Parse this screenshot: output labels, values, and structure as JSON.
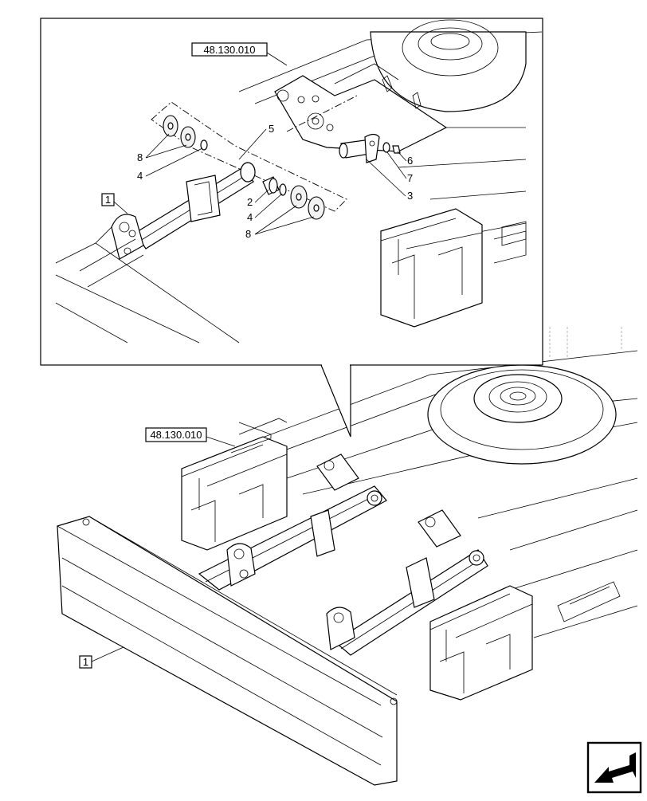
{
  "detail_view": {
    "ref_code": "48.130.010",
    "callouts": {
      "item_1": "1",
      "item_2": "2",
      "item_3": "3",
      "item_4_left": "4",
      "item_4_right": "4",
      "item_5": "5",
      "item_6": "6",
      "item_7": "7",
      "item_8_left": "8",
      "item_8_right": "8"
    }
  },
  "main_view": {
    "ref_code": "48.130.010",
    "callouts": {
      "item_1": "1"
    }
  },
  "nav_icon": "arrow-to-previous-page-icon"
}
